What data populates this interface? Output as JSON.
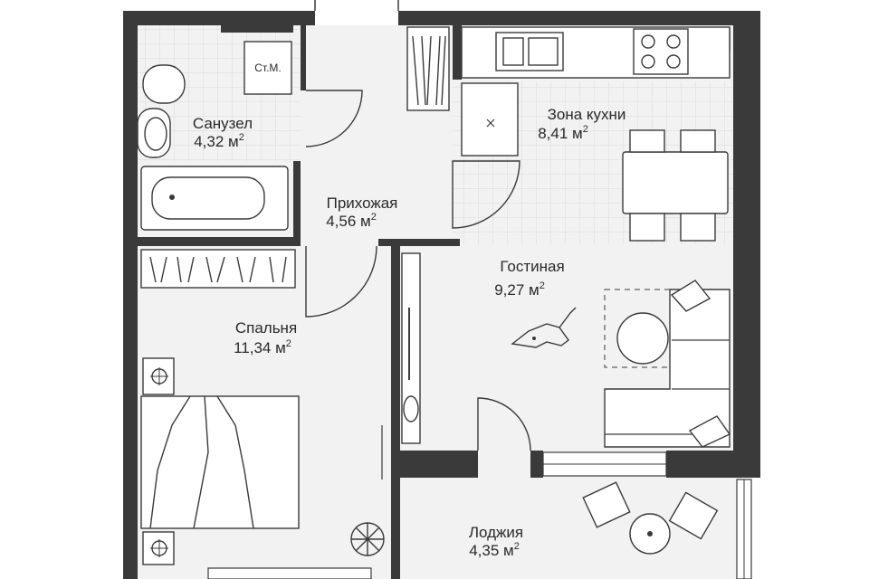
{
  "rooms": {
    "bathroom": {
      "name": "Санузел",
      "area": "4,32 м",
      "unit_sup": "2"
    },
    "hallway": {
      "name": "Прихожая",
      "area": "4,56 м",
      "unit_sup": "2"
    },
    "kitchen": {
      "name": "Зона кухни",
      "area": "8,41 м",
      "unit_sup": "2"
    },
    "living": {
      "name": "Гостиная",
      "area": "9,27 м",
      "unit_sup": "2"
    },
    "bedroom": {
      "name": "Спальня",
      "area": "11,34 м",
      "unit_sup": "2"
    },
    "loggia": {
      "name": "Лоджия",
      "area": "4,35 м",
      "unit_sup": "2"
    }
  },
  "labels": {
    "washer": "Ст.М."
  },
  "colors": {
    "wall": "#3a3a3a",
    "floor": "#f2f2f2",
    "tile_grid": "#d9d9d9",
    "furniture": "#ffffff"
  }
}
